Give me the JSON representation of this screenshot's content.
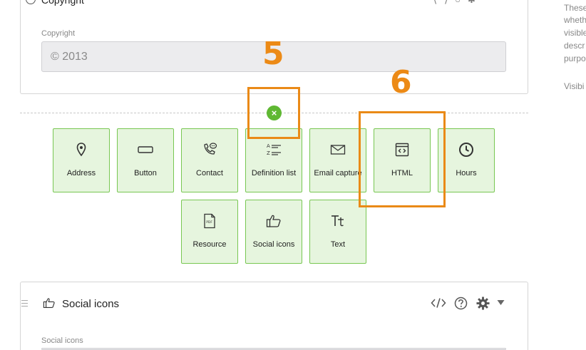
{
  "top_panel": {
    "title": "Copyright",
    "field_label": "Copyright",
    "field_value": "© 2013"
  },
  "widgets": [
    {
      "label": "Address",
      "icon": "map-pin-icon"
    },
    {
      "label": "Button",
      "icon": "button-icon"
    },
    {
      "label": "Contact",
      "icon": "phone-chat-icon"
    },
    {
      "label": "Definition list",
      "icon": "definition-list-icon"
    },
    {
      "label": "Email capture",
      "icon": "envelope-icon"
    },
    {
      "label": "HTML",
      "icon": "html-window-icon"
    },
    {
      "label": "Hours",
      "icon": "clock-icon"
    },
    {
      "label": "Resource",
      "icon": "pdf-file-icon"
    },
    {
      "label": "Social icons",
      "icon": "thumbs-up-icon"
    },
    {
      "label": "Text",
      "icon": "text-tt-icon"
    }
  ],
  "callouts": {
    "first": "5",
    "second": "6"
  },
  "close_icon_glyph": "×",
  "bottom_panel": {
    "title": "Social icons",
    "field_label": "Social icons"
  },
  "side_text": [
    "These",
    "wheth",
    "visible",
    "descr",
    "purpo",
    "Visibi"
  ],
  "colors": {
    "tile_bg": "#e6f5de",
    "tile_border": "#78c752",
    "callout": "#ec8a16",
    "close_green": "#5fb833"
  }
}
